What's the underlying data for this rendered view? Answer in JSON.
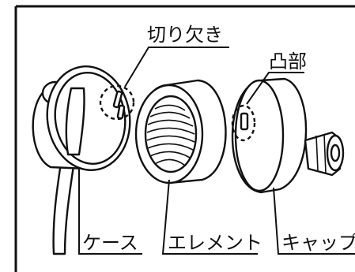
{
  "labels": {
    "notch": "切り欠き",
    "protrusion": "凸部",
    "case": "ケース",
    "element": "エレメント",
    "cap": "キャップ"
  }
}
